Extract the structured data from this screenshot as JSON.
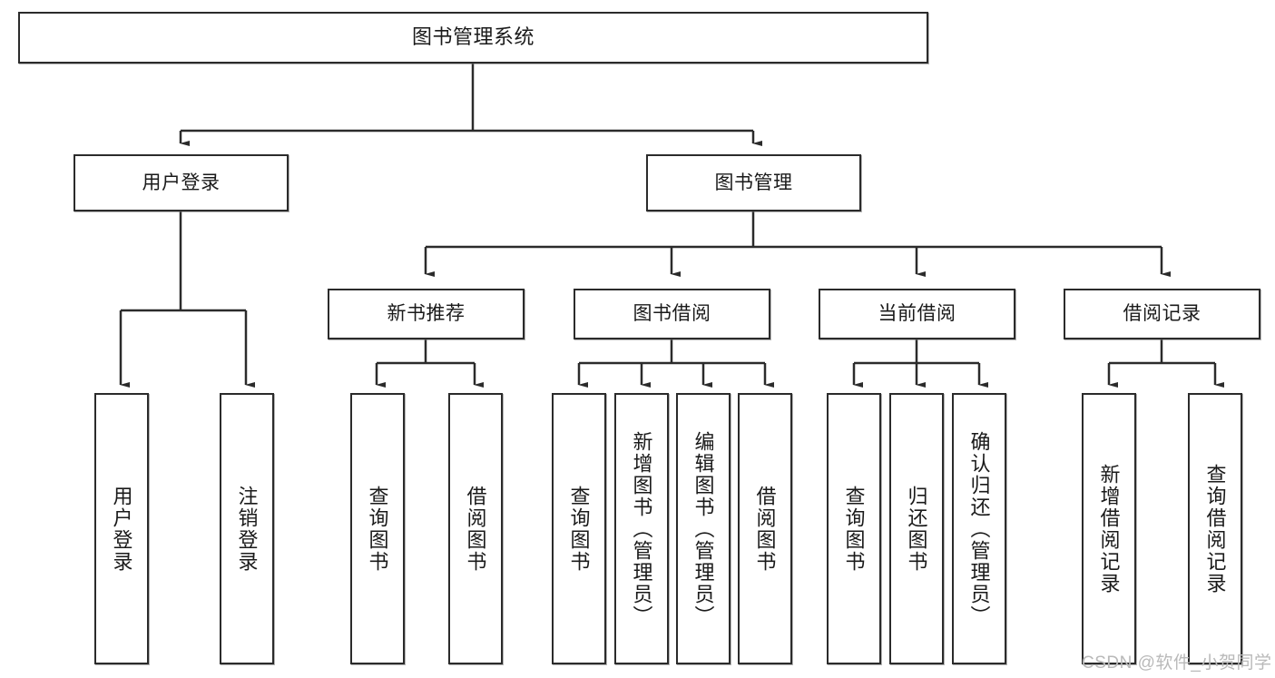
{
  "diagram": {
    "title": "图书管理系统",
    "type": "hierarchy-tree",
    "orientation": "top-down",
    "colors": {
      "box_border": "#2b2b2b",
      "box_fill": "#ffffff",
      "connector": "#2b2b2b",
      "text": "#1a1a1a",
      "watermark": "#b9b9b9",
      "background": "#ffffff"
    }
  },
  "root": {
    "label": "图书管理系统"
  },
  "level1": [
    {
      "label": "用户登录"
    },
    {
      "label": "图书管理"
    }
  ],
  "level2": [
    {
      "label": "新书推荐"
    },
    {
      "label": "图书借阅"
    },
    {
      "label": "当前借阅"
    },
    {
      "label": "借阅记录"
    }
  ],
  "leaves": {
    "user_login": [
      {
        "label": "用户登录"
      },
      {
        "label": "注销登录"
      }
    ],
    "new_book_recommend": [
      {
        "label": "查询图书"
      },
      {
        "label": "借阅图书"
      }
    ],
    "book_borrow": [
      {
        "label": "查询图书"
      },
      {
        "label": "新增图书（管理员）"
      },
      {
        "label": "编辑图书（管理员）"
      },
      {
        "label": "借阅图书"
      }
    ],
    "current_borrow": [
      {
        "label": "查询图书"
      },
      {
        "label": "归还图书"
      },
      {
        "label": "确认归还（管理员）"
      }
    ],
    "borrow_record": [
      {
        "label": "新增借阅记录"
      },
      {
        "label": "查询借阅记录"
      }
    ]
  },
  "watermark": {
    "text": "CSDN @软件_小贺同学"
  }
}
